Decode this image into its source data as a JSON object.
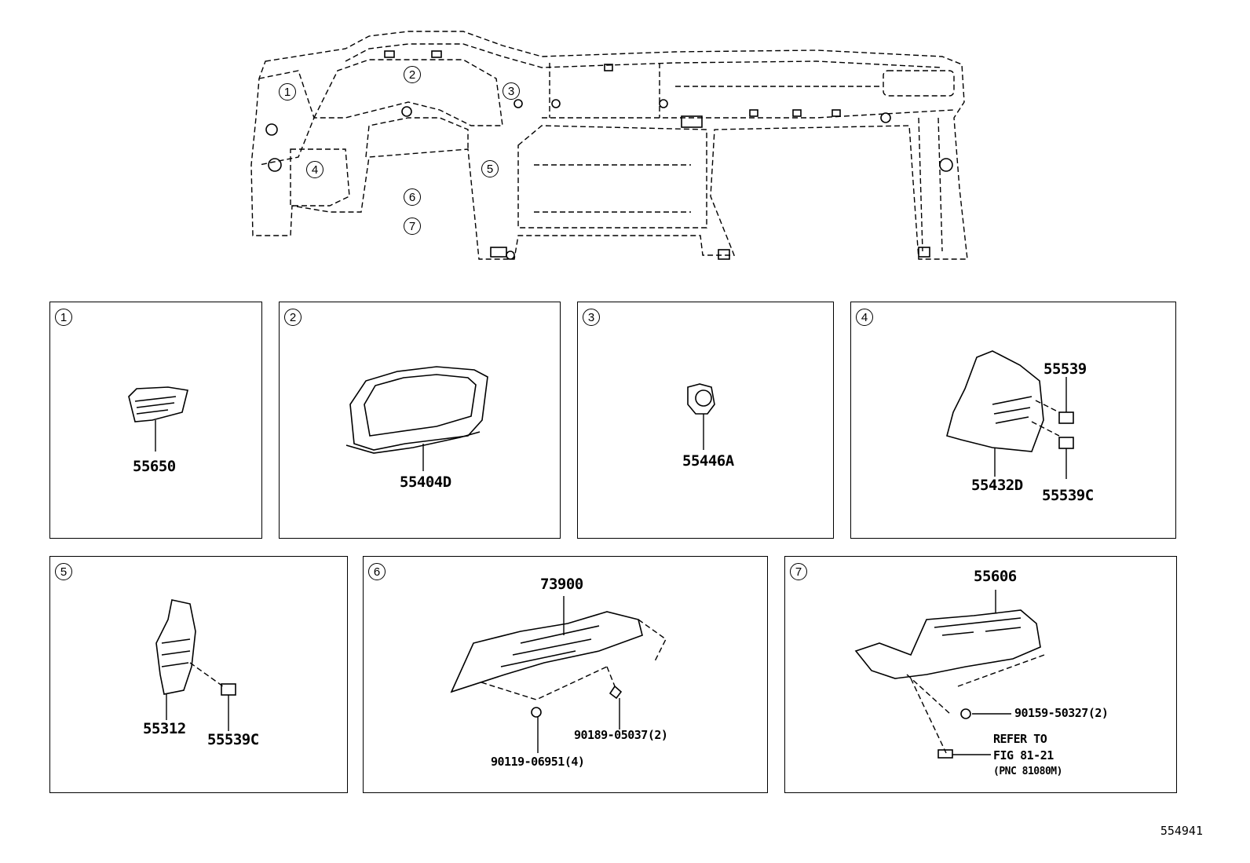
{
  "diagram_id": "554941",
  "overview_callouts": [
    "1",
    "2",
    "3",
    "4",
    "5",
    "6",
    "7"
  ],
  "panels": [
    {
      "number": "1",
      "parts": [
        "55650"
      ]
    },
    {
      "number": "2",
      "parts": [
        "55404D"
      ]
    },
    {
      "number": "3",
      "parts": [
        "55446A"
      ]
    },
    {
      "number": "4",
      "parts": [
        "55539",
        "55432D",
        "55539C"
      ]
    },
    {
      "number": "5",
      "parts": [
        "55312",
        "55539C"
      ]
    },
    {
      "number": "6",
      "parts": [
        "73900",
        "90189-05037(2)",
        "90119-06951(4)"
      ]
    },
    {
      "number": "7",
      "parts": [
        "55606",
        "90159-50327(2)"
      ],
      "note": {
        "line1": "REFER TO",
        "line2": "FIG 81-21",
        "line3": "(PNC 81080M)"
      }
    }
  ]
}
